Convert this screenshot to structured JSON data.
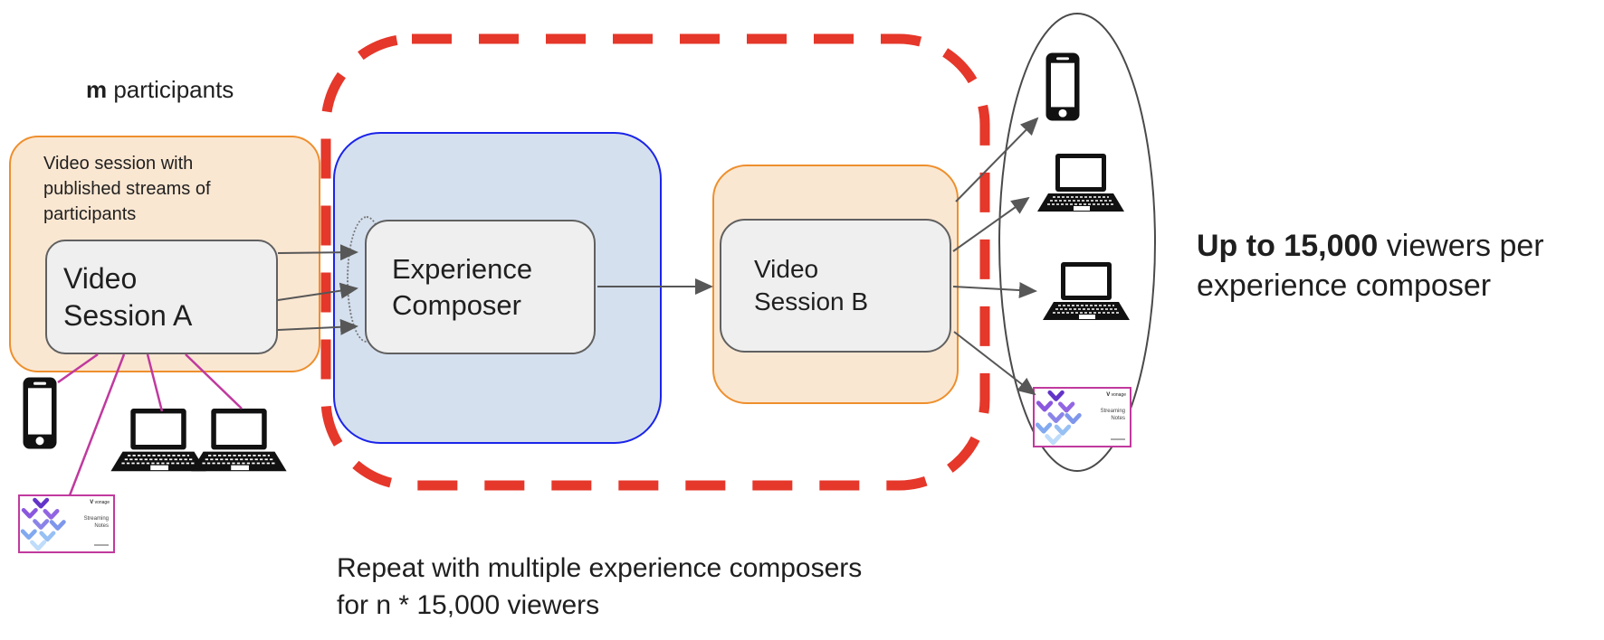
{
  "colors": {
    "orange_border": "#EE8F2D",
    "orange_fill": "#FAE7D2",
    "blue_border": "#1B24E8",
    "blue_fill": "#D5E0EF",
    "red_dash": "#E5372A",
    "box_fill": "#EFEFEF",
    "box_border": "#606060",
    "magenta": "#C0399E",
    "connector": "#575757",
    "ellipse_stroke": "#4A4A4A",
    "card_border": "#C13A9E",
    "text": "#1F1F1F"
  },
  "header": {
    "participants_count": "m",
    "participants_label": " participants"
  },
  "session_a": {
    "caption": "Video session with published streams of participants",
    "box_label": "Video\nSession A"
  },
  "composer": {
    "box_label": "Experience\nComposer"
  },
  "session_b": {
    "box_label": "Video\nSession B"
  },
  "viewers_note": {
    "bold": "Up to 15,000",
    "rest": " viewers per\nexperience composer"
  },
  "repeat_note": "Repeat with multiple experience composers\nfor n * 15,000 viewers",
  "streaming_card": {
    "brand_v": "V",
    "brand": "vonage",
    "title": "Streaming\nNotes"
  }
}
